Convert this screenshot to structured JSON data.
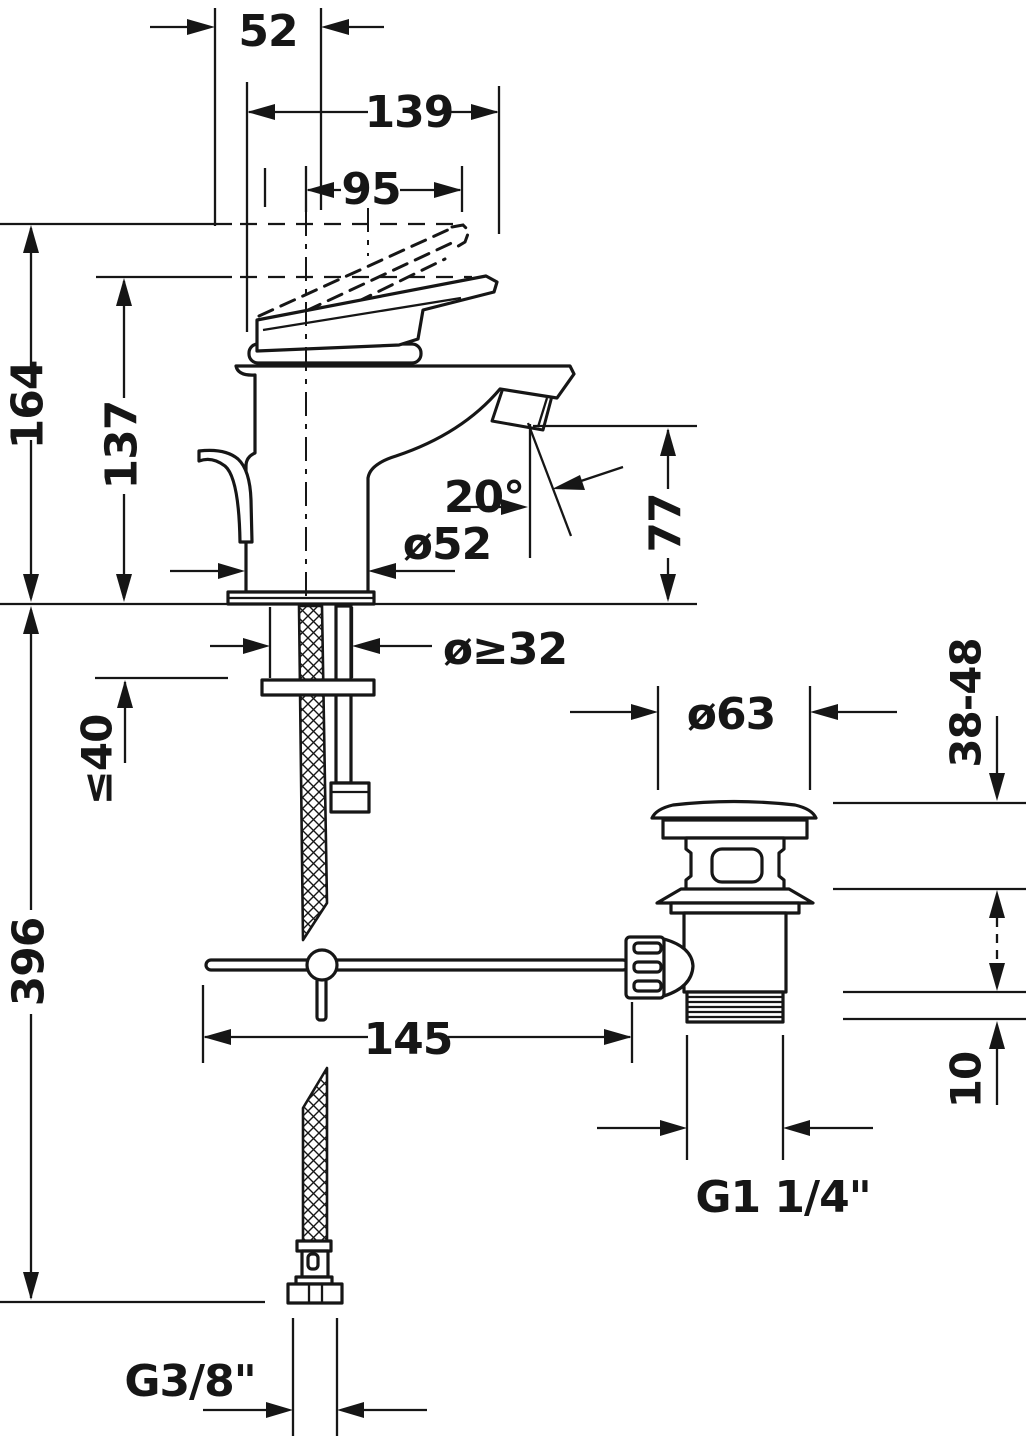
{
  "title": "Single-lever basin mixer with pop-up waste - dimensional drawing",
  "colors": {
    "ink": "#161616",
    "background": "#ffffff"
  },
  "dimensions": {
    "handle_width": "52",
    "overall_depth": "139",
    "spout_reach": "95",
    "height_handle_raised": "164",
    "height_handle": "137",
    "spout_angle": "20°",
    "base_diameter": "ø52",
    "spout_height": "77",
    "tap_hole_diameter": "ø≥32",
    "max_counter_thickness": "≤40",
    "supply_hose_length": "396",
    "waste_flange_diameter": "ø63",
    "waste_mounting_range": "38-48",
    "rod_length": "145",
    "thread_protrusion": "10",
    "waste_thread": "G1 1/4\"",
    "supply_thread": "G3/8\""
  }
}
